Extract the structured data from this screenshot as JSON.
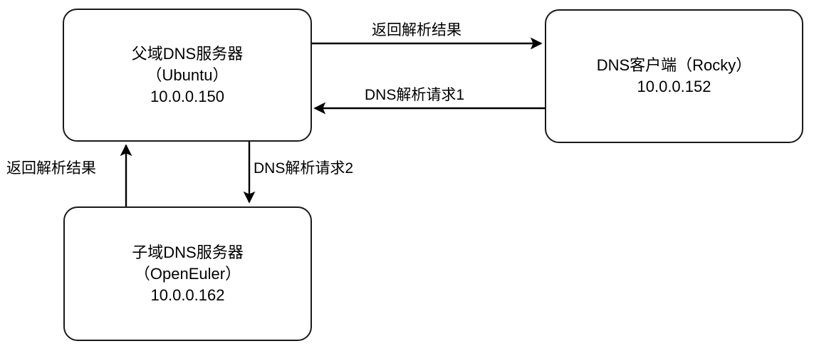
{
  "diagram": {
    "type": "flow-diagram",
    "title": "DNS parent/child domain resolution flow",
    "background_color": "#ffffff",
    "stroke_color": "#1a1a1a",
    "text_color": "#000000",
    "nodes": [
      {
        "id": "parent-dns",
        "lines": [
          "父域DNS服务器",
          "（Ubuntu）",
          "10.0.0.150"
        ],
        "role": "Parent domain DNS server",
        "os": "Ubuntu",
        "ip": "10.0.0.150"
      },
      {
        "id": "dns-client",
        "lines": [
          "DNS客户端（Rocky）",
          "10.0.0.152"
        ],
        "role": "DNS client",
        "os": "Rocky",
        "ip": "10.0.0.152"
      },
      {
        "id": "child-dns",
        "lines": [
          "子域DNS服务器",
          "（OpenEuler）",
          "10.0.0.162"
        ],
        "role": "Child domain DNS server",
        "os": "OpenEuler",
        "ip": "10.0.0.162"
      }
    ],
    "edges": [
      {
        "id": "dns-request-1",
        "label": "DNS解析请求1",
        "from": "dns-client",
        "to": "parent-dns",
        "direction": "left"
      },
      {
        "id": "return-result-top",
        "label": "返回解析结果",
        "from": "parent-dns",
        "to": "dns-client",
        "direction": "right"
      },
      {
        "id": "dns-request-2",
        "label": "DNS解析请求2",
        "from": "parent-dns",
        "to": "child-dns",
        "direction": "down"
      },
      {
        "id": "return-result-left",
        "label": "返回解析结果",
        "from": "child-dns",
        "to": "parent-dns",
        "direction": "up"
      }
    ]
  }
}
